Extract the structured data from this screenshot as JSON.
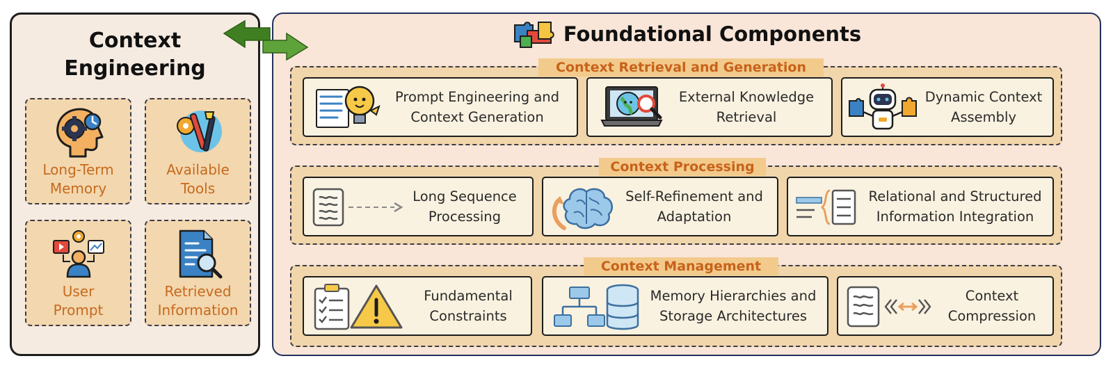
{
  "left_panel": {
    "title_line1": "Context",
    "title_line2": "Engineering",
    "tiles": [
      {
        "line1": "Long-Term",
        "line2": "Memory",
        "icon": "head-gears-icon"
      },
      {
        "line1": "Available",
        "line2": "Tools",
        "icon": "tools-gear-icon"
      },
      {
        "line1": "User",
        "line2": "Prompt",
        "icon": "user-media-icon"
      },
      {
        "line1": "Retrieved",
        "line2": "Information",
        "icon": "document-magnifier-icon"
      }
    ]
  },
  "right_panel": {
    "title": "Foundational Components",
    "sections": [
      {
        "label": "Context Retrieval and Generation",
        "cards": [
          {
            "line1": "Prompt Engineering and",
            "line2": "Context Generation",
            "icon": "lightbulb-document-icon"
          },
          {
            "line1": "External Knowledge",
            "line2": "Retrieval",
            "icon": "laptop-globe-magnifier-icon"
          },
          {
            "line1": "Dynamic Context",
            "line2": "Assembly",
            "icon": "robot-puzzle-icon"
          }
        ]
      },
      {
        "label": "Context Processing",
        "cards": [
          {
            "line1": "Long Sequence",
            "line2": "Processing",
            "icon": "document-dashed-arrow-icon"
          },
          {
            "line1": "Self-Refinement and",
            "line2": "Adaptation",
            "icon": "brain-refresh-icon"
          },
          {
            "line1": "Relational and Structured",
            "line2": "Information Integration",
            "icon": "structured-list-icon"
          }
        ]
      },
      {
        "label": "Context Management",
        "cards": [
          {
            "line1": "Fundamental",
            "line2": "Constraints",
            "icon": "checklist-warning-icon"
          },
          {
            "line1": "Memory Hierarchies and",
            "line2": "Storage Architectures",
            "icon": "hierarchy-database-icon"
          },
          {
            "line1": "Context",
            "line2": "Compression",
            "icon": "document-compress-icon"
          }
        ]
      }
    ]
  },
  "colors": {
    "left_bg": "#f5ebe1",
    "right_bg": "#f9e6d8",
    "tile_bg": "#f3d7ae",
    "section_bg": "#f1d5ab",
    "tab_bg": "#f2ca8c",
    "accent_text": "#c8621a",
    "arrow_green": "#4a8a2a"
  }
}
